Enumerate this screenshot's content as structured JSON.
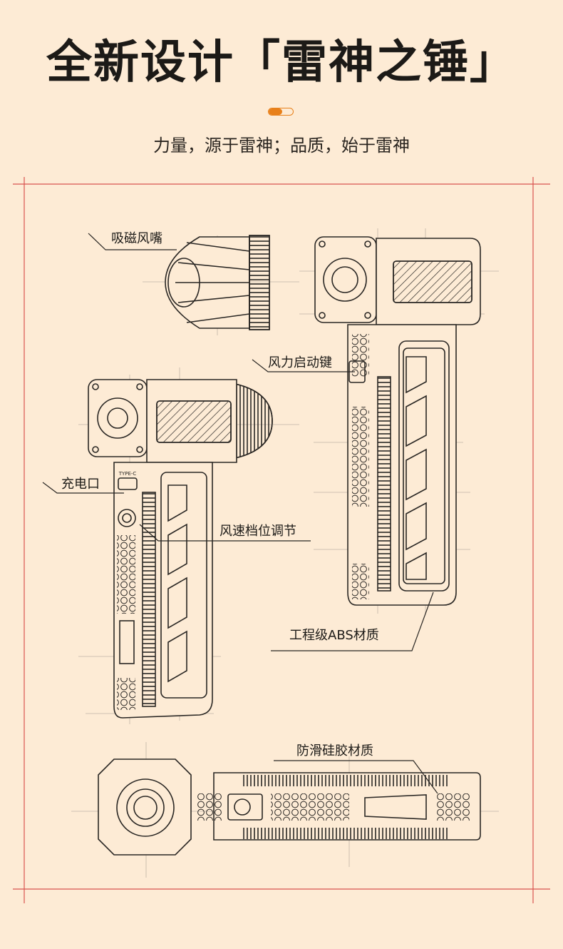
{
  "header": {
    "title": "全新设计「雷神之锤」",
    "subtitle": "力量，源于雷神；品质，始于雷神",
    "indicator": {
      "filled_fraction": 0.55,
      "accent_color": "#e8801a"
    }
  },
  "callouts": {
    "nozzle": "吸磁风嘴",
    "start_button": "风力启动键",
    "charging_port": "充电口",
    "speed_control": "风速档位调节",
    "body_material": "工程级ABS材质",
    "grip_material": "防滑硅胶材质"
  },
  "device_print": {
    "port_label": "TYPE-C"
  },
  "colors": {
    "background": "#fdebd5",
    "frame_line": "#d9534f",
    "line_art": "#2a2724"
  }
}
